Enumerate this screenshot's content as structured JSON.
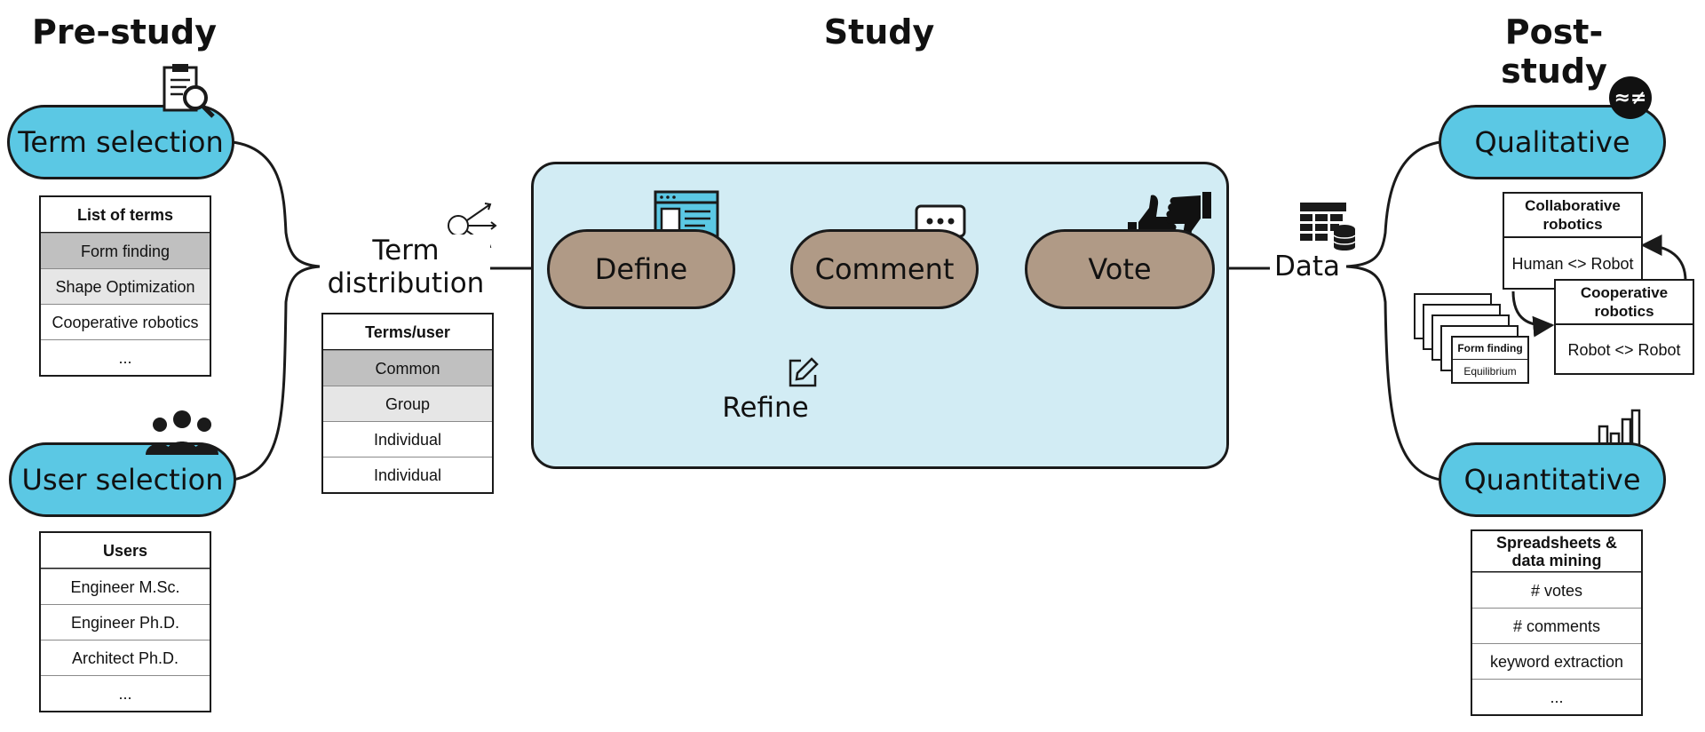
{
  "sections": {
    "pre": "Pre-study",
    "study": "Study",
    "post": "Post-study"
  },
  "pre": {
    "term_selection": "Term selection",
    "user_selection": "User selection",
    "terms_table": {
      "header": "List of terms",
      "rows": [
        "Form finding",
        "Shape Optimization",
        "Cooperative robotics",
        "..."
      ]
    },
    "users_table": {
      "header": "Users",
      "rows": [
        "Engineer M.Sc.",
        "Engineer Ph.D.",
        "Architect Ph.D.",
        "..."
      ]
    }
  },
  "distribution": {
    "line1": "Term",
    "line2": "distribution",
    "table": {
      "header": "Terms/user",
      "rows": [
        "Common",
        "Group",
        "Individual",
        "Individual"
      ]
    }
  },
  "study": {
    "define": "Define",
    "comment": "Comment",
    "vote": "Vote",
    "refine": "Refine"
  },
  "data_label": "Data",
  "post": {
    "qualitative": "Qualitative",
    "quantitative": "Quantitative",
    "qualitative_symbol": "≈≠",
    "card1": {
      "header": "Collaborative robotics",
      "body": "Human <> Robot"
    },
    "card2": {
      "header": "Cooperative robotics",
      "body": "Robot <> Robot"
    },
    "mini_card": {
      "header": "Form finding",
      "body": "Equilibrium"
    },
    "quant_table": {
      "header": "Spreadsheets & data mining",
      "rows": [
        "# votes",
        "# comments",
        "keyword extraction",
        "..."
      ]
    }
  },
  "icons": [
    "clipboard-search-icon",
    "people-group-icon",
    "share-distribution-icon",
    "document-layout-icon",
    "chat-bubble-icon",
    "thumbs-up-down-icon",
    "edit-pencil-icon",
    "table-database-icon",
    "not-approx-icon",
    "bar-chart-icon"
  ],
  "colors": {
    "pill_blue": "#5bc8e4",
    "step_brown": "#b09a86",
    "study_bg": "#d2ecf4",
    "row_dark": "#c0c0c0",
    "row_light": "#e6e6e6"
  }
}
